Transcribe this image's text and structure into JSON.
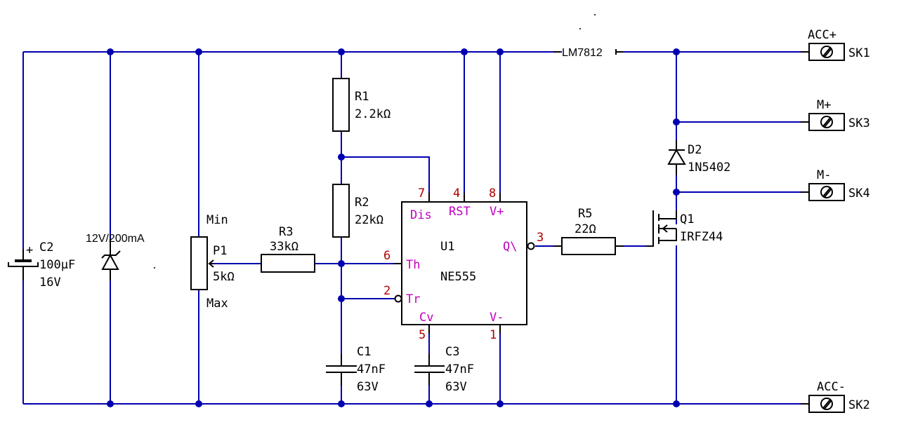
{
  "colors": {
    "wire": "#0000b0",
    "component": "#000000",
    "pin_number": "#b00000",
    "pin_name": "#c000c0",
    "background": "#ffffff"
  },
  "components": {
    "C2": {
      "ref": "C2",
      "value": "100µF",
      "rating": "16V",
      "polarity": "+"
    },
    "D1": {
      "label": "12V/200mA"
    },
    "P1": {
      "ref": "P1",
      "value": "5kΩ",
      "min_label": "Min",
      "max_label": "Max"
    },
    "R3": {
      "ref": "R3",
      "value": "33kΩ"
    },
    "R1": {
      "ref": "R1",
      "value": "2.2kΩ"
    },
    "R2": {
      "ref": "R2",
      "value": "22kΩ"
    },
    "U1": {
      "ref": "U1",
      "value": "NE555",
      "pins": {
        "dis": {
          "num": "7",
          "name": "Dis"
        },
        "rst": {
          "num": "4",
          "name": "RST"
        },
        "vplus": {
          "num": "8",
          "name": "V+"
        },
        "th": {
          "num": "6",
          "name": "Th"
        },
        "tr": {
          "num": "2",
          "name": "Tr"
        },
        "q": {
          "num": "3",
          "name": "Q\\"
        },
        "cv": {
          "num": "5",
          "name": "Cv"
        },
        "vminus": {
          "num": "1",
          "name": "V-"
        }
      }
    },
    "C1": {
      "ref": "C1",
      "value": "47nF",
      "rating": "63V"
    },
    "C3": {
      "ref": "C3",
      "value": "47nF",
      "rating": "63V"
    },
    "R5": {
      "ref": "R5",
      "value": "22Ω"
    },
    "REG": {
      "label": "LM7812"
    },
    "D2": {
      "ref": "D2",
      "value": "1N5402"
    },
    "Q1": {
      "ref": "Q1",
      "value": "IRFZ44"
    },
    "SK1": {
      "ref": "SK1",
      "label": "ACC+"
    },
    "SK3": {
      "ref": "SK3",
      "label": "M+"
    },
    "SK4": {
      "ref": "SK4",
      "label": "M-"
    },
    "SK2": {
      "ref": "SK2",
      "label": "ACC-"
    }
  }
}
